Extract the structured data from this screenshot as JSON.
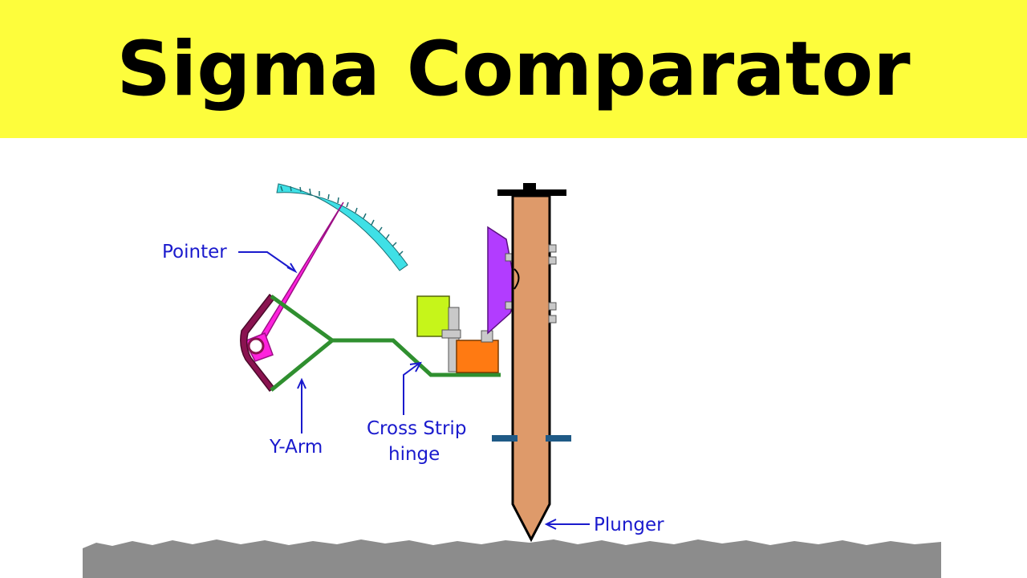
{
  "title": "Sigma Comparator",
  "labels": {
    "pointer": "Pointer",
    "y_arm": "Y-Arm",
    "cross_strip_line1": "Cross Strip",
    "cross_strip_line2": "hinge",
    "plunger": "Plunger"
  },
  "colors": {
    "title_bg": "#fdfd3c",
    "label_text": "#1a1acd",
    "scale": "#3fe0e6",
    "pointer": "#ff22dd",
    "y_arm": "#2f8f2f",
    "plunger": "#de9a6a",
    "knife_edge": "#b23cff",
    "block_green": "#c6f51a",
    "block_orange": "#ff7a12",
    "hinge_plate": "#c9c9c9",
    "link": "#8a1350",
    "stopper": "#1f5a86",
    "base": "#8c8c8c"
  }
}
